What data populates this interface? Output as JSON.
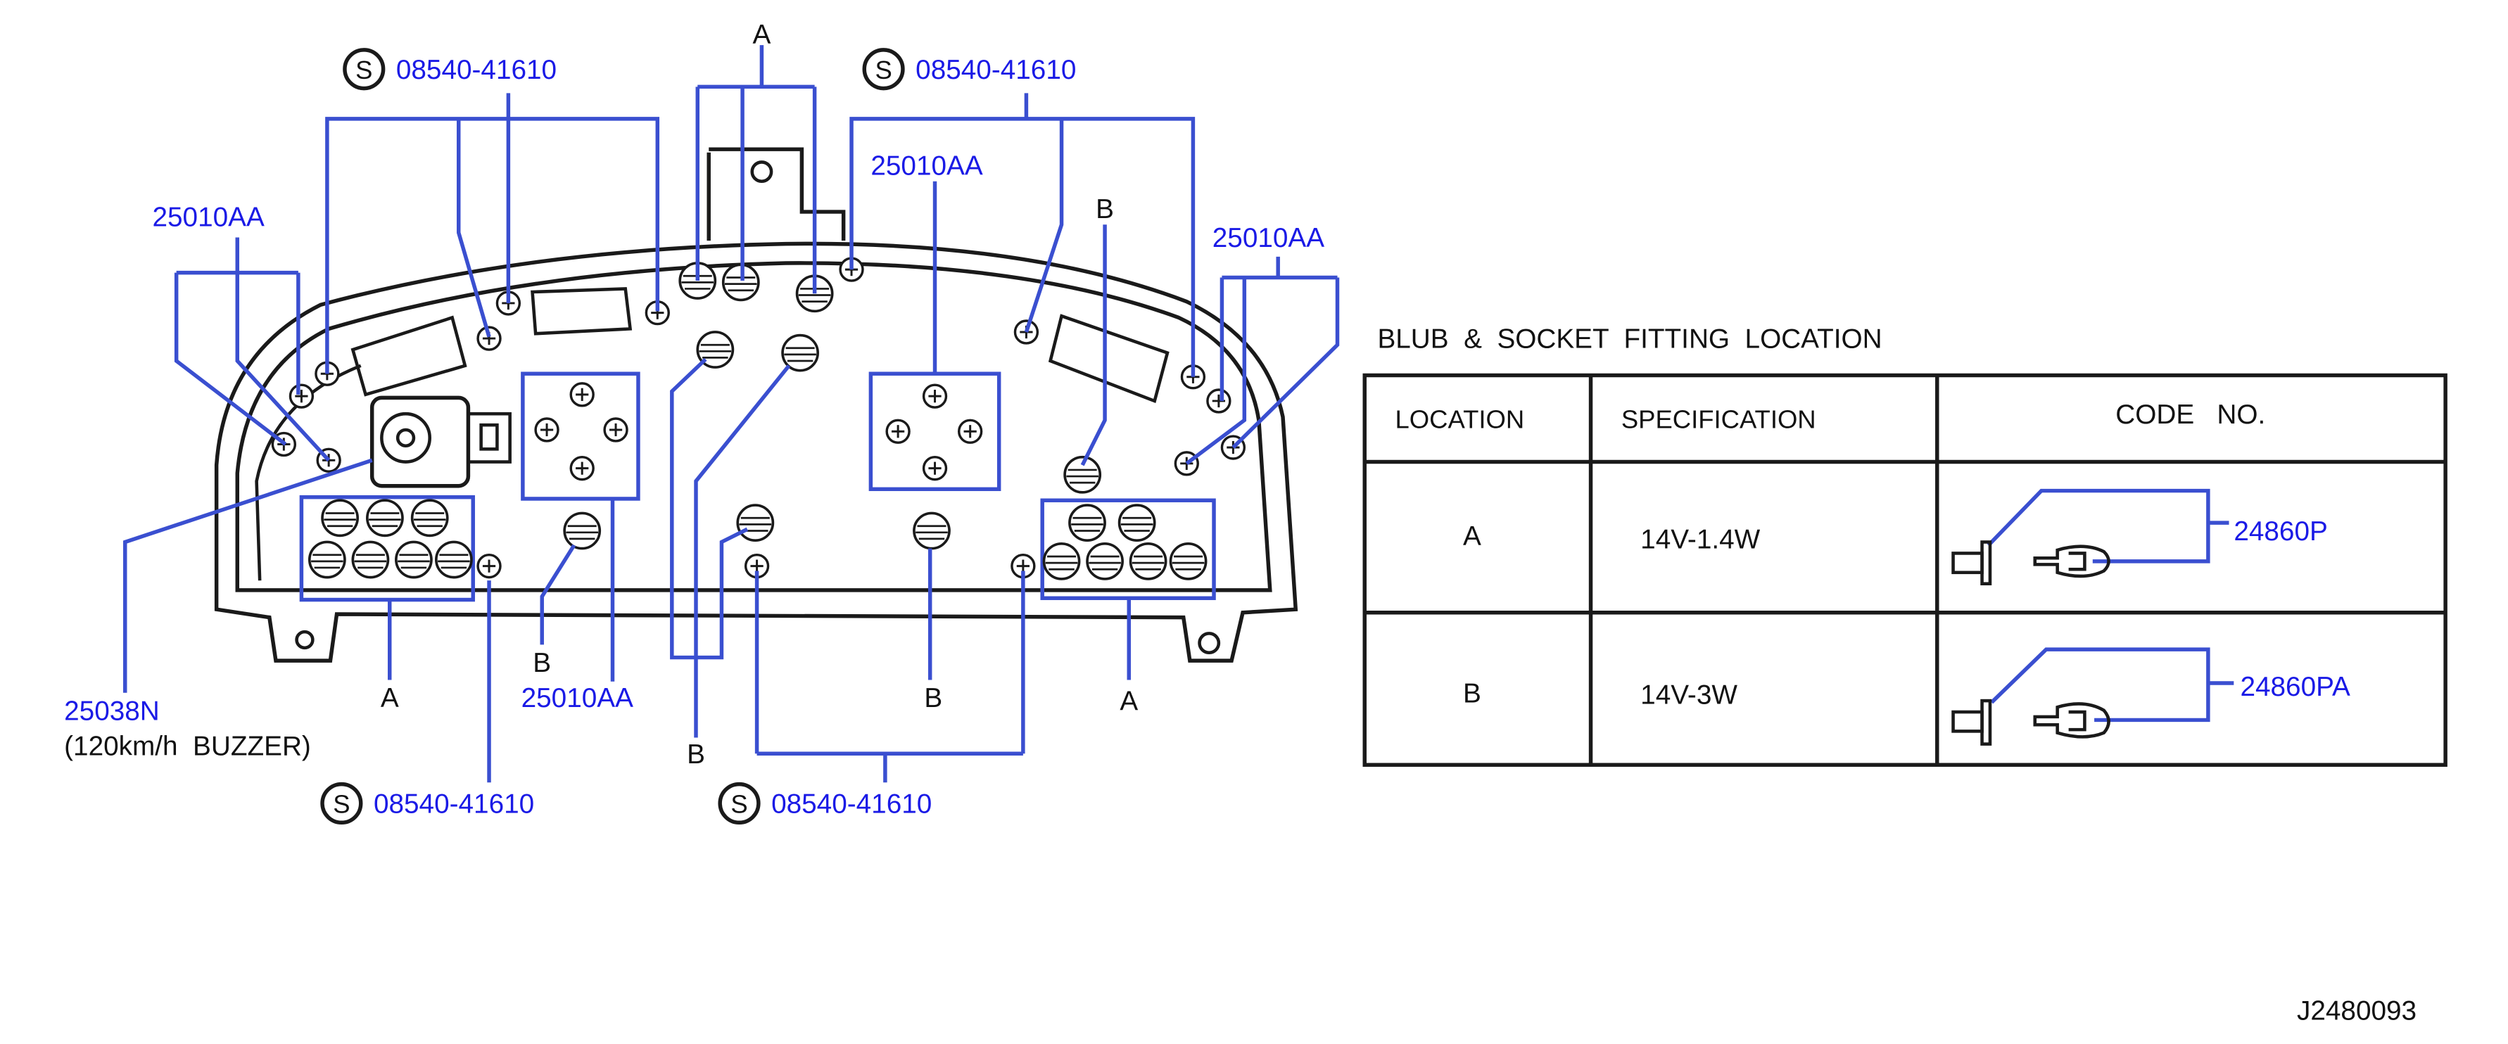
{
  "callouts": {
    "part_screw": "08540-41610",
    "screw_symbol": "S",
    "part_bulb_assy": "25010AA",
    "part_buzzer": "25038N",
    "buzzer_note": "(120km/h  BUZZER)",
    "loc_a": "A",
    "loc_b": "B"
  },
  "table": {
    "title": "BLUB  &  SOCKET  FITTING  LOCATION",
    "headers": [
      "LOCATION",
      "SPECIFICATION",
      "CODE   NO."
    ],
    "rows": [
      {
        "location": "A",
        "specification": "14V-1.4W",
        "code": "24860P"
      },
      {
        "location": "B",
        "specification": "14V-3W",
        "code": "24860PA"
      }
    ]
  },
  "drawing_id": "J2480093",
  "colors": {
    "callout_blue": "#1a1ae6",
    "line_blue": "#3a4fd0",
    "line_black": "#1a1a1a"
  }
}
